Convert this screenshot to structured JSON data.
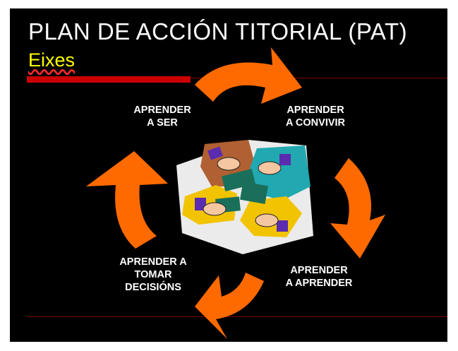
{
  "slide": {
    "title": "PLAN DE ACCIÓN TITORIAL (PAT)",
    "subtitle": "Eixes",
    "colors": {
      "background": "#000000",
      "title": "#ffffff",
      "subtitle": "#ffff00",
      "accent_red": "#cc0000",
      "arrows": "#ff6a00"
    },
    "cycle": [
      {
        "lines": [
          "APRENDER",
          "A SER"
        ]
      },
      {
        "lines": [
          "APRENDER",
          "A CONVIVIR"
        ]
      },
      {
        "lines": [
          "APRENDER",
          "A APRENDER"
        ]
      },
      {
        "lines": [
          "APRENDER A",
          "TOMAR",
          "DECISIÓNS"
        ]
      }
    ],
    "center_image": "puzzle-hands-clipart"
  }
}
